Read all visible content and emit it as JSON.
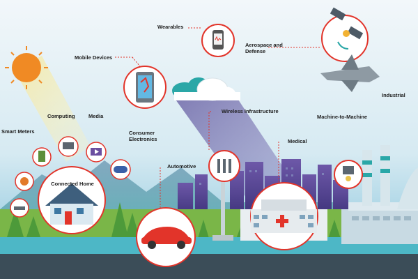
{
  "labels": {
    "wearables": "Wearables",
    "aerospace": "Aerospace and Defense",
    "industrial": "Industrial",
    "mobile_devices": "Mobile Devices",
    "wireless_infrastructure": "Wireless Infrastructure",
    "machine_to_machine": "Machine-to-Machine",
    "computing": "Computing",
    "media": "Media",
    "smart_meters": "Smart Meters",
    "consumer_electronics": "Consumer Electronics",
    "medical": "Medical",
    "automotive": "Automotive",
    "connected_home": "Connected Home"
  },
  "colors": {
    "sky_top": "#f2f7fa",
    "sky_bottom": "#7ec0d9",
    "accent_red": "#e2342a",
    "grass": "#7ab648",
    "skyline": "#5e4a9a",
    "road": "#3b4d58"
  }
}
